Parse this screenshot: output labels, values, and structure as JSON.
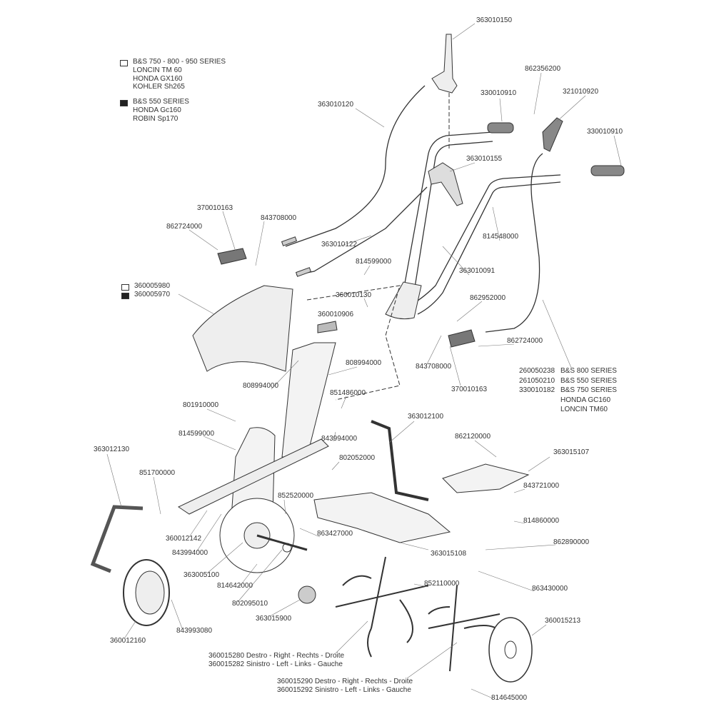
{
  "legend_engine": {
    "open_box": [
      "B&S 750 - 800 - 950 SERIES",
      "LONCIN TM 60",
      "HONDA GX160",
      "KOHLER Sh265"
    ],
    "filled_box": [
      "B&S 550 SERIES",
      "HONDA Gc160",
      "ROBIN Sp170"
    ]
  },
  "legend_shield": {
    "open_box": "360005980",
    "filled_box": "360005970"
  },
  "cable_table": [
    {
      "code": "260050238",
      "desc": "B&S 800 SERIES"
    },
    {
      "code": "261050210",
      "desc": "B&S 550 SERIES"
    },
    {
      "code": "330010182",
      "desc": "B&S 750 SERIES"
    },
    {
      "code": "",
      "desc": "HONDA GC160"
    },
    {
      "code": "",
      "desc": "LONCIN TM60"
    }
  ],
  "tines": {
    "right1": "360015280 Destro - Right - Rechts - Droite",
    "left1": "360015282 Sinistro - Left - Links - Gauche",
    "right2": "360015290 Destro - Right - Rechts - Droite",
    "left2": "360015292 Sinistro - Left - Links - Gauche"
  },
  "parts": [
    "363010150",
    "363010120",
    "330010910",
    "862356200",
    "321010920",
    "330010910",
    "363010155",
    "370010163",
    "843708000",
    "862724000",
    "363010122",
    "814599000",
    "814548000",
    "363010091",
    "360010130",
    "862952000",
    "360010906",
    "862724000",
    "843708000",
    "370010163",
    "808994000",
    "808994000",
    "851486000",
    "801910000",
    "363012100",
    "814599000",
    "843994000",
    "862120000",
    "363012130",
    "363015107",
    "802052000",
    "851700000",
    "852520000",
    "843721000",
    "814860000",
    "360012142",
    "863427000",
    "843994000",
    "363015108",
    "862890000",
    "363005100",
    "852110000",
    "814642000",
    "863430000",
    "802095010",
    "360015213",
    "843993080",
    "363015900",
    "360012160",
    "814645000"
  ]
}
